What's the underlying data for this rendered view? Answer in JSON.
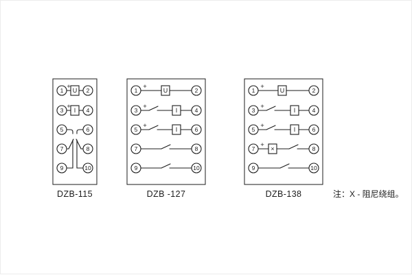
{
  "note": "注：X - 阻尼绕组。",
  "symbols": {
    "plus": "+",
    "u": "U",
    "i": "I",
    "x": "×"
  },
  "colors": {
    "line": "#1b1b1b",
    "background": "#ffffff"
  },
  "diagrams": {
    "d1": {
      "label": "DZB-115",
      "left": [
        "1",
        "3",
        "5",
        "7",
        "9"
      ],
      "right": [
        "2",
        "4",
        "6",
        "8",
        "10"
      ]
    },
    "d2": {
      "label": "DZB -127",
      "left": [
        "1",
        "3",
        "5",
        "7",
        "9"
      ],
      "right": [
        "2",
        "4",
        "6",
        "8",
        "10"
      ]
    },
    "d3": {
      "label": "DZB-138",
      "left": [
        "1",
        "3",
        "5",
        "7",
        "9"
      ],
      "right": [
        "2",
        "4",
        "6",
        "8",
        "10"
      ]
    }
  }
}
